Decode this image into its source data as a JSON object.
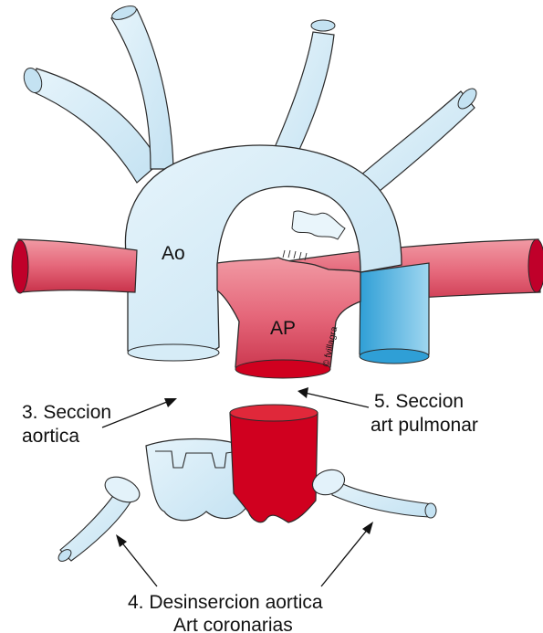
{
  "labels": {
    "aorta": "Ao",
    "pulmonary_artery": "AP",
    "copyright": "© fvillagra",
    "step3_line1": "3. Seccion",
    "step3_line2": "aortica",
    "step5_line1": "5. Seccion",
    "step5_line2": "art pulmonar",
    "step4_line1": "4. Desinsercion aortica",
    "step4_line2": "Art coronarias"
  },
  "colors": {
    "aorta_fill": "#d6ecf7",
    "aorta_stroke": "#2a2a2a",
    "pulmonary_fill": "#e8707e",
    "pulmonary_dark": "#d0001f",
    "branch_blue": "#3aaee0",
    "background": "#ffffff"
  }
}
